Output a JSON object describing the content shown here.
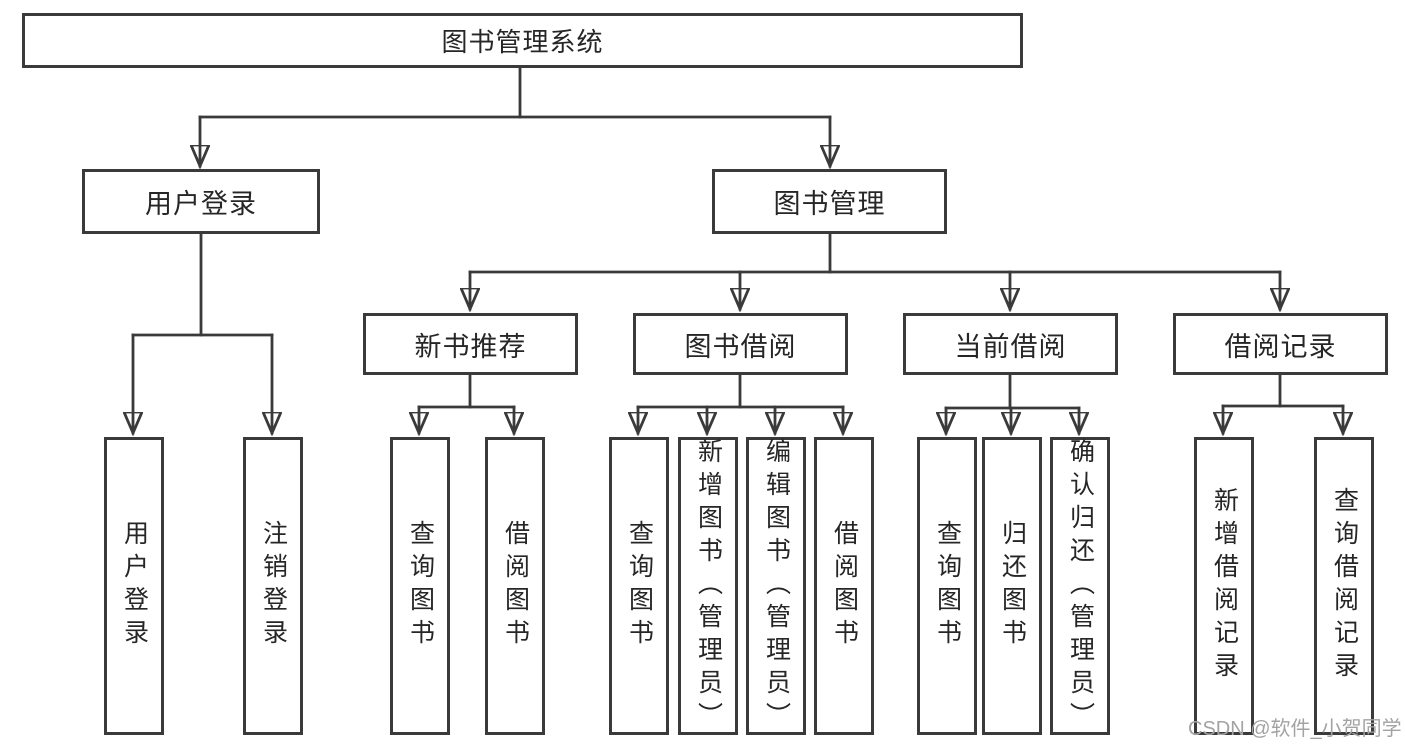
{
  "colors": {
    "line": "#3a3a3a",
    "text": "#262626",
    "watermark": "#a3a3a3",
    "bg": "#ffffff"
  },
  "nodes": {
    "root": {
      "label": "图书管理系统"
    },
    "level2": [
      {
        "label": "用户登录"
      },
      {
        "label": "图书管理"
      }
    ],
    "level3": [
      {
        "label": "新书推荐",
        "parent": "图书管理"
      },
      {
        "label": "图书借阅",
        "parent": "图书管理"
      },
      {
        "label": "当前借阅",
        "parent": "图书管理"
      },
      {
        "label": "借阅记录",
        "parent": "图书管理"
      }
    ],
    "leaves": [
      {
        "label": "用户登录",
        "parent": "用户登录"
      },
      {
        "label": "注销登录",
        "parent": "用户登录"
      },
      {
        "label": "查询图书",
        "parent": "新书推荐"
      },
      {
        "label": "借阅图书",
        "parent": "新书推荐"
      },
      {
        "label": "查询图书",
        "parent": "图书借阅"
      },
      {
        "label": "新增图书（管理员）",
        "parent": "图书借阅"
      },
      {
        "label": "编辑图书（管理员）",
        "parent": "图书借阅"
      },
      {
        "label": "借阅图书",
        "parent": "图书借阅"
      },
      {
        "label": "查询图书",
        "parent": "当前借阅"
      },
      {
        "label": "归还图书",
        "parent": "当前借阅"
      },
      {
        "label": "确认归还（管理员）",
        "parent": "当前借阅"
      },
      {
        "label": "新增借阅记录",
        "parent": "借阅记录"
      },
      {
        "label": "查询借阅记录",
        "parent": "借阅记录"
      }
    ]
  },
  "watermark": {
    "text": "CSDN @软件_小贺同学"
  }
}
